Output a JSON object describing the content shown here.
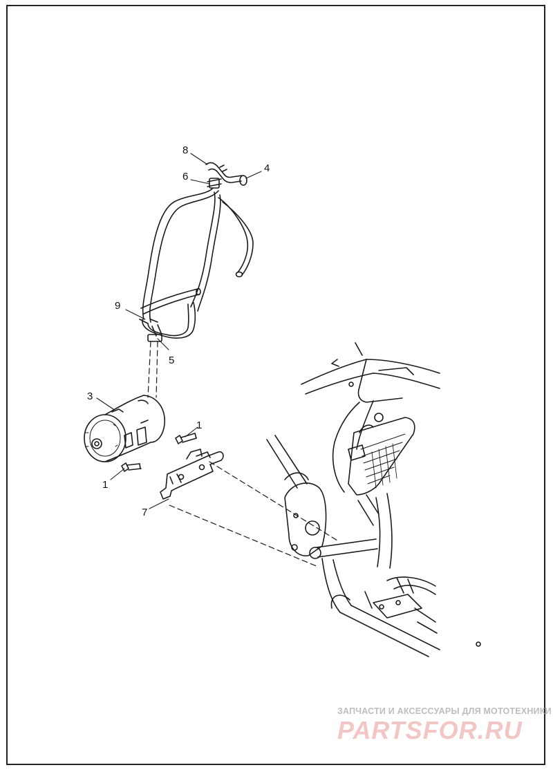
{
  "callouts": {
    "c8": "8",
    "c4": "4",
    "c6": "6",
    "c9": "9",
    "c5": "5",
    "c3": "3",
    "c1a": "1",
    "c1b": "1",
    "c7": "7"
  },
  "watermark": {
    "tagline": "ЗАПЧАСТИ И АКСЕССУАРЫ ДЛЯ МОТОТЕХНИКИ",
    "logo": "PARTSFOR.RU"
  }
}
